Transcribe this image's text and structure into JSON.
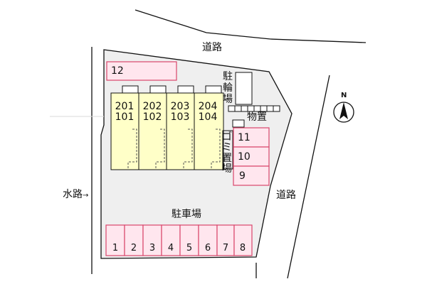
{
  "map": {
    "road_top": "道路",
    "road_right": "道路",
    "waterway": "水路",
    "bicycle_parking": "駐輪場",
    "storage": "物置",
    "garbage_area": "ゴミ置場",
    "parking_lot": "駐車場",
    "north": "N",
    "parking_spaces": [
      "1",
      "2",
      "3",
      "4",
      "5",
      "6",
      "7",
      "8"
    ],
    "side_spaces": [
      "11",
      "10",
      "9"
    ],
    "top_space": "12",
    "units": [
      {
        "upper": "201",
        "lower": "101"
      },
      {
        "upper": "202",
        "lower": "102"
      },
      {
        "upper": "203",
        "lower": "103"
      },
      {
        "upper": "204",
        "lower": "104"
      }
    ],
    "colors": {
      "lot": "#efefef",
      "building": "#ffffc8",
      "parking": "#ffe6ee",
      "parking_stroke": "#d9456b"
    }
  }
}
